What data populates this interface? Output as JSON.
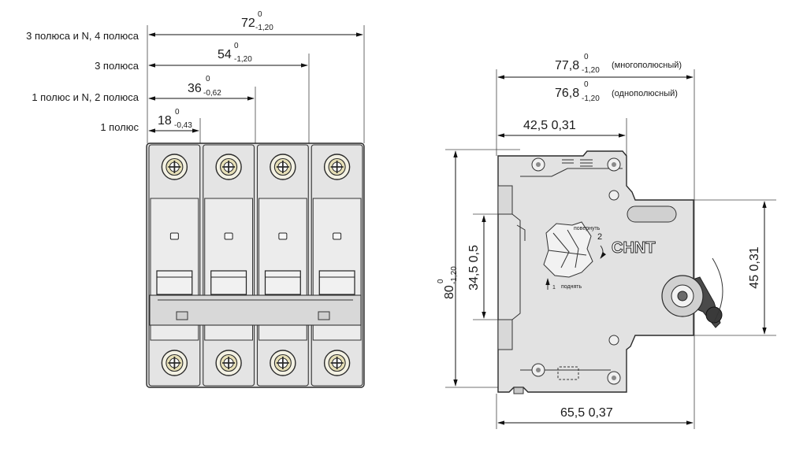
{
  "front_view": {
    "rows": [
      {
        "label": "3 полюса и N, 4 полюса",
        "value": "72",
        "tol_upper": "0",
        "tol_lower": "-1,20"
      },
      {
        "label": "3 полюса",
        "value": "54",
        "tol_upper": "0",
        "tol_lower": "-1,20"
      },
      {
        "label": "1 полюс и N, 2 полюса",
        "value": "36",
        "tol_upper": "0",
        "tol_lower": "-0,62"
      },
      {
        "label": "1 полюс",
        "value": "18",
        "tol_upper": "0",
        "tol_lower": "-0,43"
      }
    ],
    "pole_count": 4
  },
  "side_view": {
    "depth_multi": {
      "value": "77,8",
      "tol_upper": "0",
      "tol_lower": "-1,20",
      "note": "(многополюсный)"
    },
    "depth_single": {
      "value": "76,8",
      "tol_upper": "0",
      "tol_lower": "-1,20",
      "note": "(однополюсный)"
    },
    "top_depth": "42,5 0,31",
    "height_total": {
      "value": "80",
      "tol_upper": "0",
      "tol_lower": "-1,20"
    },
    "rail_height": "34,5 0,5",
    "front_height": "45 0,31",
    "bottom_depth": "65,5 0,37",
    "brand": "CHNT",
    "label_turn": "повернуть",
    "label_lift": "поднять",
    "step_1": "1",
    "step_2": "2"
  }
}
